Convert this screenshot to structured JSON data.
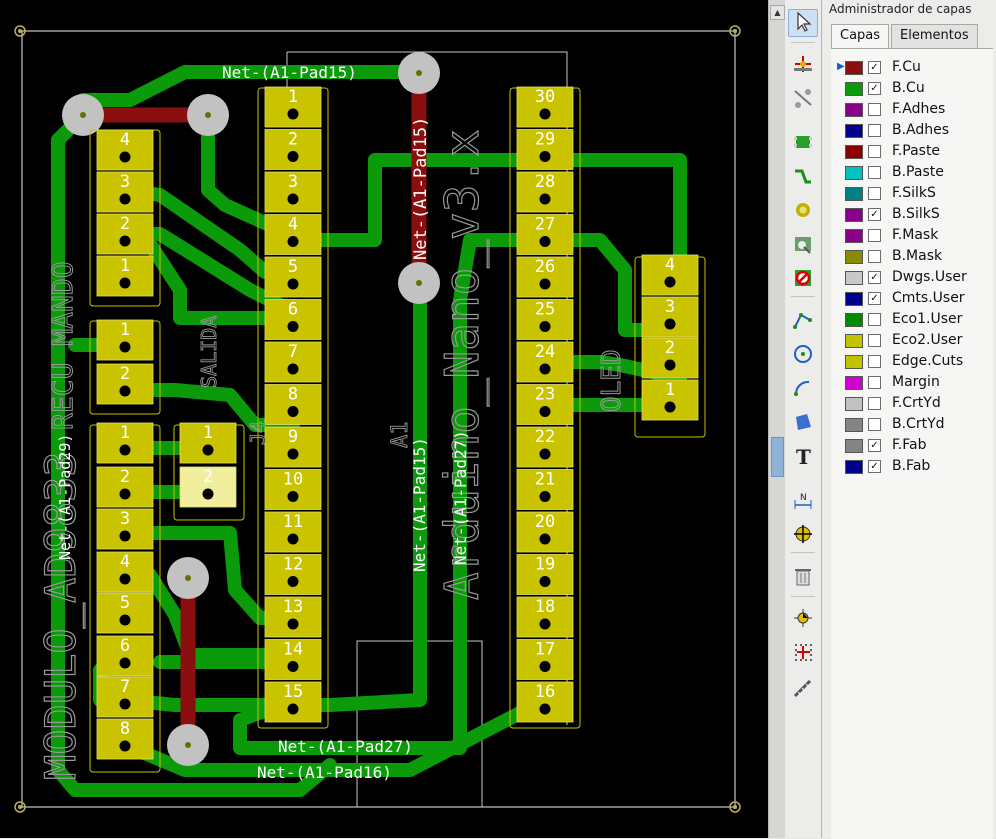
{
  "canvas": {
    "net_labels": {
      "pad15_top": "Net-(A1-Pad15)",
      "pad15_vertical": "Net-(A1-Pad15)",
      "pad15_mid": "Net-(A1-Pad15)",
      "pad27_bottom": "Net-(A1-Pad27)",
      "pad16_bottom": "Net-(A1-Pad16)",
      "pad27_vertical": "Net-(A1-Pad27)",
      "pad29_vertical": "Net-(A1-Pad29)"
    },
    "silk": {
      "module": "MODULO_AD9833",
      "recu_mando": "RECU MANDO",
      "arduino": "Arduino_Nano_v3.x",
      "oled": "OLED",
      "salida": "SALIDA",
      "a1": "A1",
      "j4": "J4"
    },
    "left_header_a": [
      "4",
      "3",
      "2",
      "1"
    ],
    "left_header_b": [
      "1",
      "2"
    ],
    "left_header_c": [
      "1",
      "2",
      "3",
      "4",
      "5",
      "6",
      "7",
      "8"
    ],
    "left_header_d": [
      "1",
      "2"
    ],
    "nano_left": [
      "1",
      "2",
      "3",
      "4",
      "5",
      "6",
      "7",
      "8",
      "9",
      "10",
      "11",
      "12",
      "13",
      "14",
      "15"
    ],
    "nano_right": [
      "30",
      "29",
      "28",
      "27",
      "26",
      "25",
      "24",
      "23",
      "22",
      "21",
      "20",
      "19",
      "18",
      "17",
      "16"
    ],
    "oled_header": [
      "4",
      "3",
      "2",
      "1"
    ],
    "colors": {
      "background": "#000000",
      "copper_front": "#8b0f0f",
      "copper_back": "#0a9a0a",
      "pad": "#c9c300",
      "via": "#c0c0c0",
      "silkscreen": "#c8c8c8"
    }
  },
  "scrollbar": {
    "up_arrow": "▲"
  },
  "toolbar": {
    "tools": [
      "select-icon",
      "local-ratsnest-icon",
      "net-highlight-icon",
      "add-footprint-icon",
      "route-track-icon",
      "add-via-icon",
      "add-zone-icon",
      "keepout-area-icon",
      "add-line-icon",
      "add-circle-icon",
      "add-arc-icon",
      "add-polygon-icon",
      "add-text-icon",
      "add-dimension-icon",
      "add-target-icon",
      "delete-icon",
      "place-origin-icon",
      "grid-origin-icon",
      "measure-icon"
    ],
    "text_tool_glyph": "T"
  },
  "panel": {
    "title": "Administrador de capas",
    "tabs": [
      "Capas",
      "Elementos"
    ],
    "layers": [
      {
        "name": "F.Cu",
        "color": "#8b0f0f",
        "checked": true,
        "active": true
      },
      {
        "name": "B.Cu",
        "color": "#0a9a0a",
        "checked": true,
        "active": false
      },
      {
        "name": "F.Adhes",
        "color": "#8b008b",
        "checked": false,
        "active": false
      },
      {
        "name": "B.Adhes",
        "color": "#00008b",
        "checked": false,
        "active": false
      },
      {
        "name": "F.Paste",
        "color": "#8b0000",
        "checked": false,
        "active": false
      },
      {
        "name": "B.Paste",
        "color": "#00c2c2",
        "checked": false,
        "active": false
      },
      {
        "name": "F.SilkS",
        "color": "#008080",
        "checked": false,
        "active": false
      },
      {
        "name": "B.SilkS",
        "color": "#8b008b",
        "checked": true,
        "active": false
      },
      {
        "name": "F.Mask",
        "color": "#8b008b",
        "checked": false,
        "active": false
      },
      {
        "name": "B.Mask",
        "color": "#8b8b00",
        "checked": false,
        "active": false
      },
      {
        "name": "Dwgs.User",
        "color": "#c8c8c8",
        "checked": true,
        "active": false
      },
      {
        "name": "Cmts.User",
        "color": "#00008b",
        "checked": true,
        "active": false
      },
      {
        "name": "Eco1.User",
        "color": "#008b00",
        "checked": false,
        "active": false
      },
      {
        "name": "Eco2.User",
        "color": "#c2c200",
        "checked": false,
        "active": false
      },
      {
        "name": "Edge.Cuts",
        "color": "#c2c200",
        "checked": false,
        "active": false
      },
      {
        "name": "Margin",
        "color": "#d000d0",
        "checked": false,
        "active": false
      },
      {
        "name": "F.CrtYd",
        "color": "#c2c2c2",
        "checked": false,
        "active": false
      },
      {
        "name": "B.CrtYd",
        "color": "#848484",
        "checked": false,
        "active": false
      },
      {
        "name": "F.Fab",
        "color": "#848484",
        "checked": true,
        "active": false
      },
      {
        "name": "B.Fab",
        "color": "#00008b",
        "checked": true,
        "active": false
      }
    ],
    "check_mark": "✓",
    "active_marker": "▶"
  }
}
